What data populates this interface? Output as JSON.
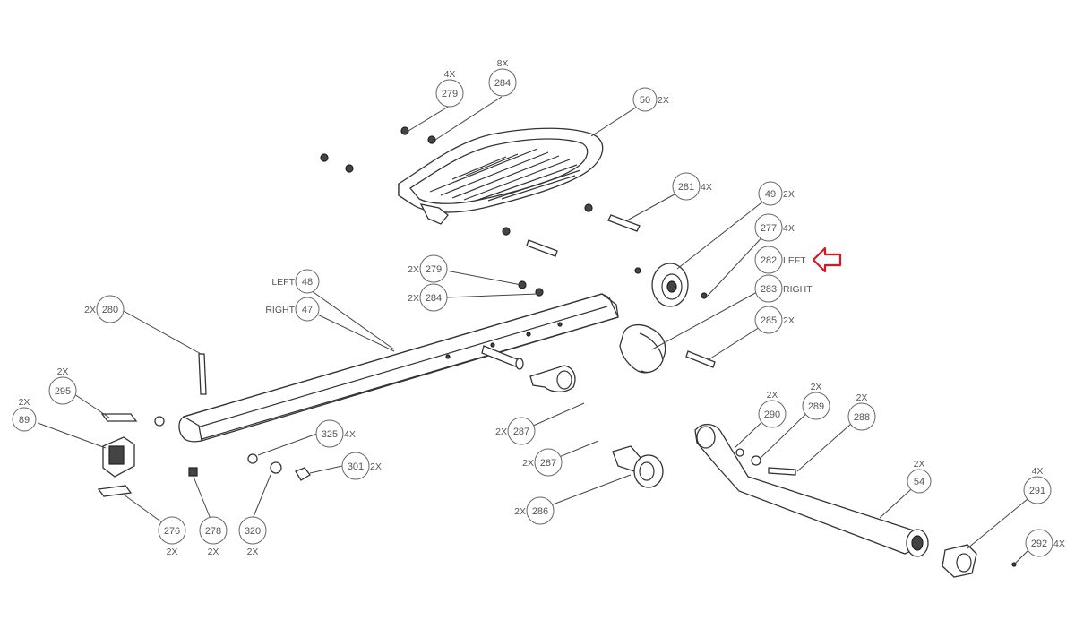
{
  "diagram": {
    "callouts": [
      {
        "id": "c279a",
        "number": "279",
        "qty": "4X",
        "side": ""
      },
      {
        "id": "c284a",
        "number": "284",
        "qty": "8X",
        "side": ""
      },
      {
        "id": "c50",
        "number": "50",
        "qty": "2X",
        "side": ""
      },
      {
        "id": "c281",
        "number": "281",
        "qty": "4X",
        "side": ""
      },
      {
        "id": "c49",
        "number": "49",
        "qty": "2X",
        "side": ""
      },
      {
        "id": "c277",
        "number": "277",
        "qty": "4X",
        "side": ""
      },
      {
        "id": "c282",
        "number": "282",
        "qty": "",
        "side": "LEFT"
      },
      {
        "id": "c283",
        "number": "283",
        "qty": "",
        "side": "RIGHT"
      },
      {
        "id": "c285",
        "number": "285",
        "qty": "2X",
        "side": ""
      },
      {
        "id": "c279b",
        "number": "279",
        "qty": "2X",
        "side": ""
      },
      {
        "id": "c284b",
        "number": "284",
        "qty": "2X",
        "side": ""
      },
      {
        "id": "c48",
        "number": "48",
        "qty": "",
        "side": "LEFT"
      },
      {
        "id": "c47",
        "number": "47",
        "qty": "",
        "side": "RIGHT"
      },
      {
        "id": "c280",
        "number": "280",
        "qty": "2X",
        "side": ""
      },
      {
        "id": "c295",
        "number": "295",
        "qty": "2X",
        "side": ""
      },
      {
        "id": "c89",
        "number": "89",
        "qty": "2X",
        "side": ""
      },
      {
        "id": "c325",
        "number": "325",
        "qty": "4X",
        "side": ""
      },
      {
        "id": "c301",
        "number": "301",
        "qty": "2X",
        "side": ""
      },
      {
        "id": "c276",
        "number": "276",
        "qty": "2X",
        "side": ""
      },
      {
        "id": "c278",
        "number": "278",
        "qty": "2X",
        "side": ""
      },
      {
        "id": "c320",
        "number": "320",
        "qty": "2X",
        "side": ""
      },
      {
        "id": "c287a",
        "number": "287",
        "qty": "2X",
        "side": ""
      },
      {
        "id": "c287b",
        "number": "287",
        "qty": "2X",
        "side": ""
      },
      {
        "id": "c286",
        "number": "286",
        "qty": "2X",
        "side": ""
      },
      {
        "id": "c290",
        "number": "290",
        "qty": "2X",
        "side": ""
      },
      {
        "id": "c289",
        "number": "289",
        "qty": "2X",
        "side": ""
      },
      {
        "id": "c288",
        "number": "288",
        "qty": "2X",
        "side": ""
      },
      {
        "id": "c54",
        "number": "54",
        "qty": "2X",
        "side": ""
      },
      {
        "id": "c291",
        "number": "291",
        "qty": "4X",
        "side": ""
      },
      {
        "id": "c292",
        "number": "292",
        "qty": "4X",
        "side": ""
      }
    ],
    "highlight": {
      "target": "282 LEFT",
      "color": "#e0141e"
    }
  }
}
